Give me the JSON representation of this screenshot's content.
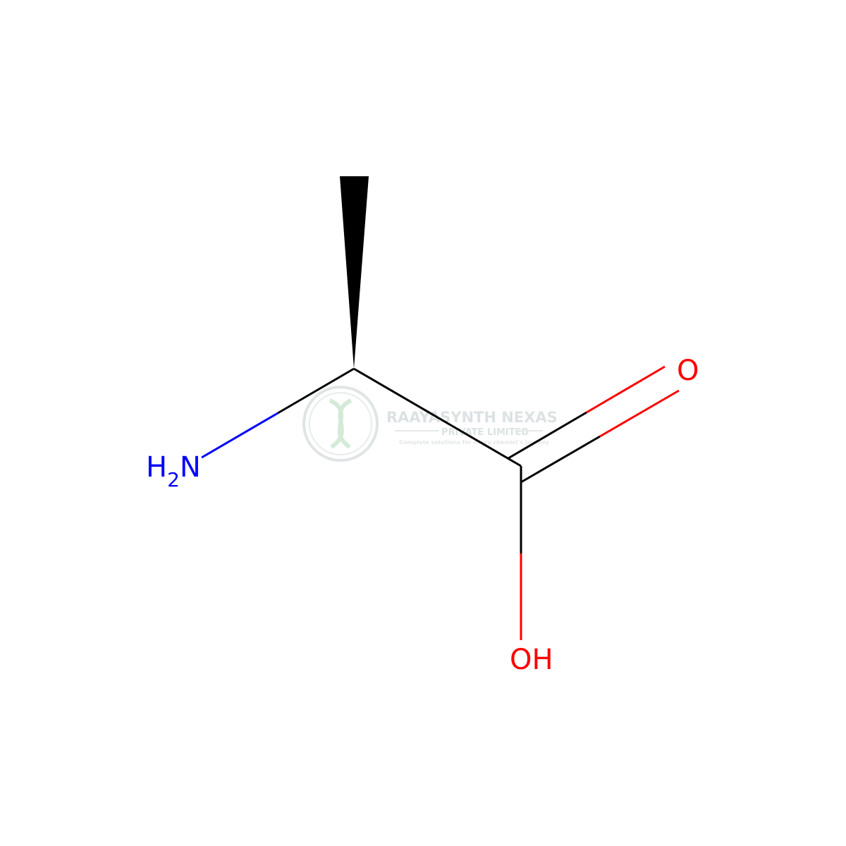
{
  "molecule": {
    "atoms": {
      "amine": {
        "symbol": "H",
        "sub": "2",
        "tail": "N"
      },
      "carbonyl_oxygen": {
        "symbol": "O"
      },
      "hydroxyl": {
        "symbol": "OH"
      }
    }
  },
  "watermark": {
    "company": "RAAYASYNTH NEXAS",
    "subtitle": "PRIVATE LIMITED",
    "tagline": "Complete solutions for every chemist's journey"
  },
  "colors": {
    "carbon_bond": "#000000",
    "nitrogen": "#0000FF",
    "oxygen": "#FF0000",
    "watermark": "#d9dfe0"
  }
}
